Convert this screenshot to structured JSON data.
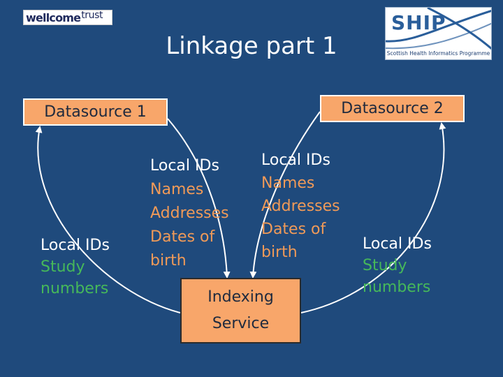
{
  "title": "Linkage part 1",
  "logos": {
    "wellcome_word": "wellcome",
    "wellcome_trust": "trust",
    "ship_name": "SHIP",
    "ship_subtitle": "Scottish Health Informatics Programme"
  },
  "datasources": {
    "left": "Datasource 1",
    "right": "Datasource 2"
  },
  "local_ids": {
    "left": [
      "Local IDs",
      "Study",
      "numbers"
    ],
    "right": [
      "Local IDs",
      "Study",
      "numbers"
    ]
  },
  "identifiers": {
    "left": [
      "Local IDs",
      "Names",
      "Addresses",
      "Dates of",
      "birth"
    ],
    "right": [
      "Local IDs",
      "Names",
      "Addresses",
      "Dates of",
      "birth"
    ]
  },
  "indexing_service": [
    "Indexing",
    "Service"
  ],
  "colors": {
    "background": "#1f4a7c",
    "box_fill": "#f8a66a",
    "green_text": "#46b85a",
    "orange_text": "#f09a58",
    "arrow": "#ffffff"
  }
}
